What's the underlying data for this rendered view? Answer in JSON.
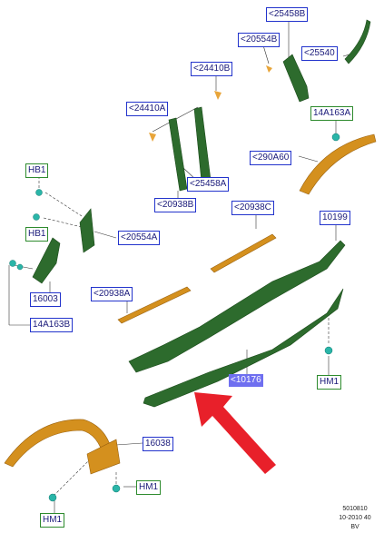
{
  "labels": {
    "l25458b": "<25458B",
    "l20554b": "<20554B",
    "l25540": "<25540",
    "l24410b": "<24410B",
    "l14a163a": "14A163A",
    "l24410a": "<24410A",
    "l290a60": "<290A60",
    "l25458a": "<25458A",
    "l20938b": "<20938B",
    "lhb1a": "HB1",
    "lhb1b": "HB1",
    "l20938c": "<20938C",
    "l10199": "10199",
    "l20554a": "<20554A",
    "l16003": "16003",
    "l20938a": "<20938A",
    "l14a163b": "14A163B",
    "l10176": "<10176",
    "lhm1a": "HM1",
    "l16038": "16038",
    "lhm1b": "HM1",
    "lhm1c": "HM1"
  },
  "footer": {
    "code": "5010810",
    "date": "10-2010 40",
    "initials": "BV"
  },
  "colors": {
    "part_green": "#2d6b2d",
    "part_orange": "#d4901e",
    "fastener_teal": "#2ab5a8",
    "arrow_red": "#e8202a",
    "callout_blue": "#2233cc",
    "callout_green": "#2e8b2e",
    "highlight": "#6f6ff0"
  }
}
